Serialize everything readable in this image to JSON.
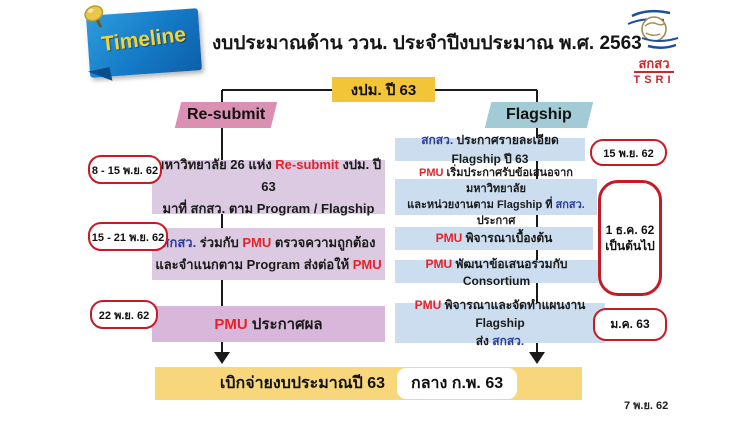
{
  "header": {
    "note_label": "Timeline",
    "title": "งบประมาณด้าน ววน. ประจำปีงบประมาณ พ.ศ. 2563",
    "logo": {
      "name": "สกสว",
      "abbr": "TSRI"
    }
  },
  "root_box": {
    "label": "งปม. ปี 63"
  },
  "left_branch": {
    "header": "Re-submit",
    "step1": {
      "date": "8 - 15 พ.ย. 62",
      "t1": "มหาวิทยาลัย 26 แห่ง ",
      "t2": "Re-submit",
      "t3": " งปม. ปี 63",
      "t4": "มาที่ สกสว. ตาม Program / Flagship"
    },
    "step2": {
      "date": "15 - 21 พ.ย. 62",
      "t1": "สกสว.",
      "t2": " ร่วมกับ ",
      "t3": "PMU",
      "t4": " ตรวจความถูกต้อง",
      "t5": "และจำแนกตาม Program ส่งต่อให้ ",
      "t6": "PMU"
    },
    "step3": {
      "date": "22 พ.ย. 62",
      "t1": "PMU",
      "t2": " ประกาศผล"
    }
  },
  "right_branch": {
    "header": "Flagship",
    "step1": {
      "t1": "สกสว.",
      "t2": " ประกาศรายละเอียด Flagship ปี 63",
      "date": "15 พ.ย. 62"
    },
    "step2": {
      "t1": "PMU",
      "t2": " เริ่มประกาศรับข้อเสนอจากมหาวิทยาลัย",
      "t3": "และหน่วยงานตาม Flagship ที่ ",
      "t4": "สกสว.",
      "t5": " ประกาศ"
    },
    "step3": {
      "t1": "PMU",
      "t2": " พิจารณาเบื้องต้น"
    },
    "step4": {
      "t1": "PMU",
      "t2": " พัฒนาข้อเสนอร่วมกับ Consortium"
    },
    "step5": {
      "t1": "PMU",
      "t2": " พิจารณาและจัดทำแผนงาน Flagship",
      "t3": "ส่ง ",
      "t4": "สกสว.",
      "date": "ม.ค. 63"
    },
    "duration_note": {
      "line1": "1 ธ.ค. 62",
      "line2": "เป็นต้นไป"
    }
  },
  "bottom": {
    "label": "เบิกจ่ายงบประมาณปี 63",
    "date_badge": "กลาง ก.พ. 63"
  },
  "footer": {
    "date": "7 พ.ย. 62"
  },
  "colors": {
    "note_blue": "#1479C6",
    "highlight_yellow": "#F2C437",
    "soft_yellow": "#F8D77C",
    "pink_branch": "#DB8FB2",
    "teal_branch": "#A2CBD5",
    "lavender_box": "#DBCAE2",
    "pink_box": "#D9B7DA",
    "blue_box": "#CBDDEE",
    "accent_red": "#E5232B",
    "accent_blue": "#2B3F98",
    "badge_border_red": "#C41B26"
  }
}
